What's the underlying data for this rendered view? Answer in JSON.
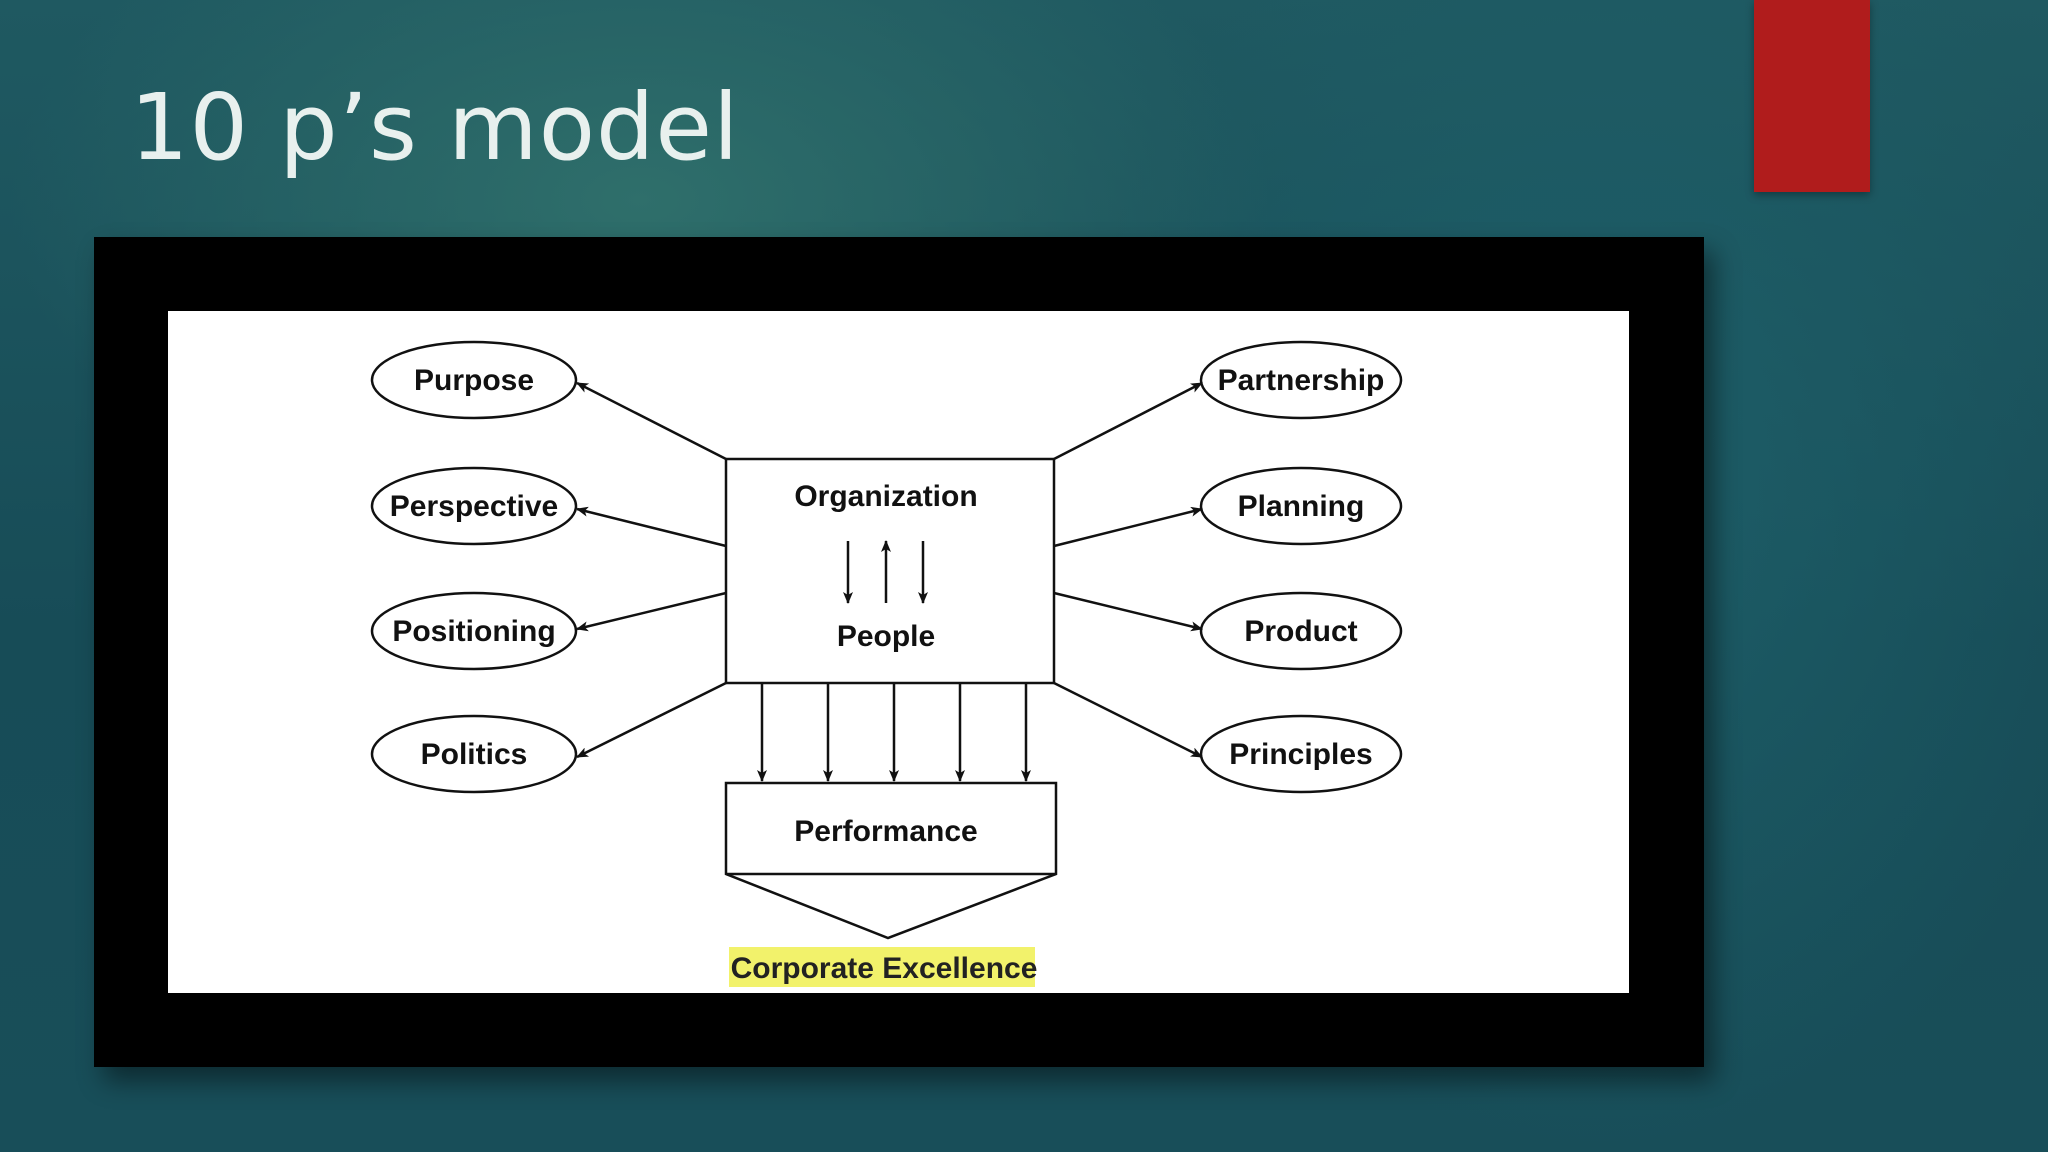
{
  "slide": {
    "title": "10 p’s model"
  },
  "diagram": {
    "left_nodes": [
      "Purpose",
      "Perspective",
      "Positioning",
      "Politics"
    ],
    "right_nodes": [
      "Partnership",
      "Planning",
      "Product",
      "Principles"
    ],
    "center_top": "Organization",
    "center_bottom": "People",
    "performance": "Performance",
    "outcome": "Corporate Excellence",
    "outcome_highlight_color": "#f2f26b",
    "accent_color": "#b01c1c"
  }
}
